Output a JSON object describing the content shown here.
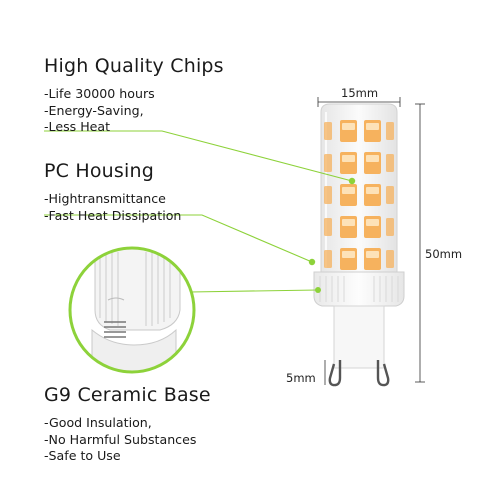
{
  "features": [
    {
      "title": "High Quality Chips",
      "items": [
        "-Life 30000 hours",
        "-Energy-Saving,",
        "-Less Heat"
      ]
    },
    {
      "title": "PC Housing",
      "items": [
        "-Hightransmittance",
        "-Fast Heat Dissipation"
      ]
    },
    {
      "title": "G9 Ceramic Base",
      "items": [
        "-Good Insulation,",
        "-No Harmful Substances",
        "-Safe to Use"
      ]
    }
  ],
  "dimensions": {
    "width": "15mm",
    "height": "50mm",
    "pin": "5mm"
  },
  "colors": {
    "leader_line": "#8dd23a",
    "led_chip": "#f6b25e",
    "text": "#1a1a1a"
  }
}
